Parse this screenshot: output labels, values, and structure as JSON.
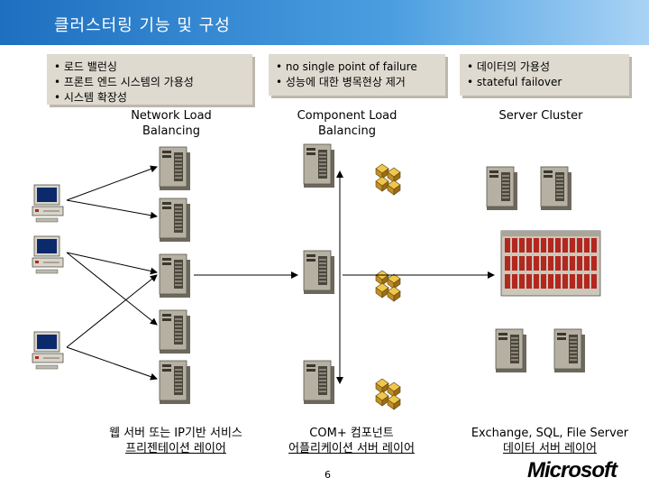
{
  "title": "클러스터링 기능 및 구성",
  "boxes": {
    "nlb": [
      "• 로드 밸런싱",
      "• 프론트 엔드 시스템의 가용성",
      "• 시스템 확장성"
    ],
    "clb": [
      "• no single point of failure",
      "• 성능에 대한 병목현상 제거"
    ],
    "cluster": [
      "• 데이터의 가용성",
      "• stateful failover"
    ]
  },
  "columns": {
    "nlb": [
      "Network Load",
      "Balancing"
    ],
    "clb": [
      "Component Load",
      "Balancing"
    ],
    "cluster": "Server Cluster"
  },
  "bottom": {
    "web": {
      "main": "웹 서버 또는 IP기반 서비스",
      "sub": "프리젠테이션 레이어"
    },
    "com": {
      "main": "COM+ 컴포넌트",
      "sub": "어플리케이션 서버 레이어"
    },
    "data": {
      "main": "Exchange, SQL, File Server",
      "sub": "데이터 서버 레이어"
    }
  },
  "page_number": "6",
  "logo": "Microsoft",
  "colors": {
    "title_bar": "#1e6fc0",
    "box_bg": "#dedad0",
    "server": "#a7a294",
    "arrow": "#000000",
    "package": "#d8a530"
  }
}
